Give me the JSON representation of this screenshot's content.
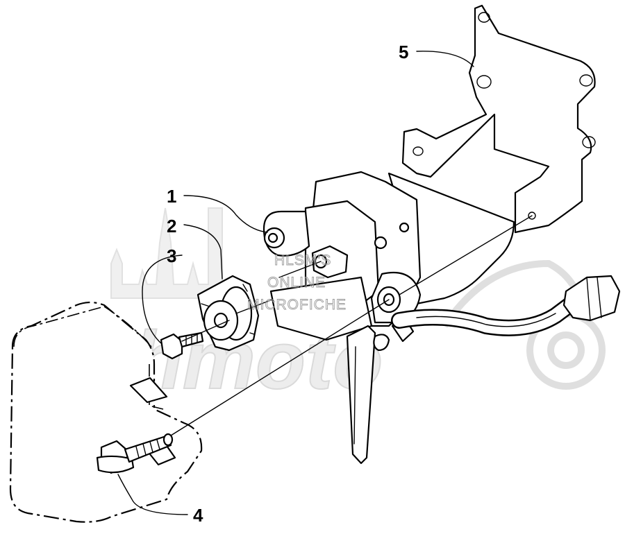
{
  "diagram": {
    "callouts": [
      {
        "id": "1",
        "label": "1"
      },
      {
        "id": "2",
        "label": "2"
      },
      {
        "id": "3",
        "label": "3"
      },
      {
        "id": "4",
        "label": "4"
      },
      {
        "id": "5",
        "label": "5"
      }
    ],
    "watermark": {
      "line1": "HLSM'S",
      "line2": "ONLINE",
      "line3": "MICROFICHE",
      "brand": "Nehmoto"
    }
  }
}
